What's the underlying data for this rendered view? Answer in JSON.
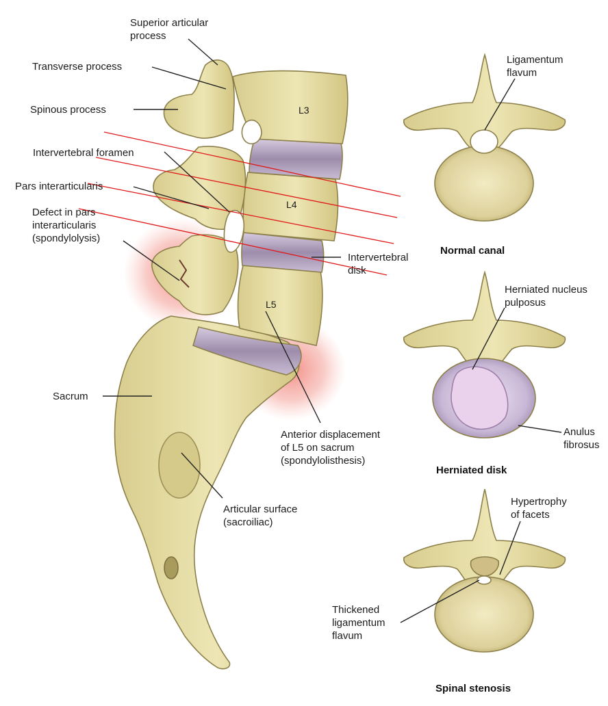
{
  "colors": {
    "bone": "#e7dfa9",
    "bone_shade": "#c9bd7d",
    "bone_outline": "#8c7f4a",
    "disk": "#a99ab4",
    "disk_light": "#d9cfe0",
    "nucleus": "#e8cfe8",
    "inflammation": "#f28a80",
    "overlay_line": "#e01919",
    "leader_line": "#222222"
  },
  "labels": {
    "superior_articular_process": "Superior articular\nprocess",
    "transverse_process": "Transverse process",
    "spinous_process": "Spinous process",
    "intervertebral_foramen": "Intervertebral foramen",
    "pars_interarticularis": "Pars interarticularis",
    "defect_in_pars": "Defect in pars\ninterarticularis\n(spondylolysis)",
    "l3": "L3",
    "l4": "L4",
    "l5": "L5",
    "intervertebral_disk": "Intervertebral\ndisk",
    "sacrum": "Sacrum",
    "anterior_displacement": "Anterior displacement\nof L5 on sacrum\n(spondylolisthesis)",
    "articular_surface": "Articular surface\n(sacroiliac)",
    "ligamentum_flavum": "Ligamentum\nflavum",
    "herniated_nucleus": "Herniated nucleus\npulposus",
    "anulus_fibrosus": "Anulus\nfibrosus",
    "hypertrophy_facets": "Hypertrophy\nof facets",
    "thickened_ligamentum": "Thickened\nligamentum\nflavum"
  },
  "captions": {
    "normal_canal": "Normal canal",
    "herniated_disk": "Herniated disk",
    "spinal_stenosis": "Spinal stenosis"
  }
}
